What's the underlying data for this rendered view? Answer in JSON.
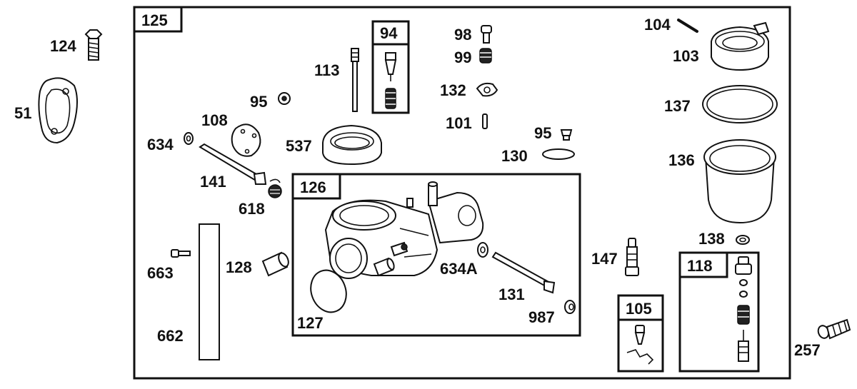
{
  "callouts": {
    "c125": "125",
    "c124": "124",
    "c51": "51",
    "c94": "94",
    "c98": "98",
    "c99": "99",
    "c104": "104",
    "c103": "103",
    "c113": "113",
    "c95a": "95",
    "c132": "132",
    "c137": "137",
    "c108": "108",
    "c101": "101",
    "c95b": "95",
    "c634": "634",
    "c537": "537",
    "c130": "130",
    "c136": "136",
    "c141": "141",
    "c126": "126",
    "c618": "618",
    "c138": "138",
    "c147": "147",
    "c118": "118",
    "c663": "663",
    "c128": "128",
    "c634a": "634A",
    "c131": "131",
    "c105": "105",
    "c662": "662",
    "c127": "127",
    "c987": "987",
    "c257": "257"
  }
}
